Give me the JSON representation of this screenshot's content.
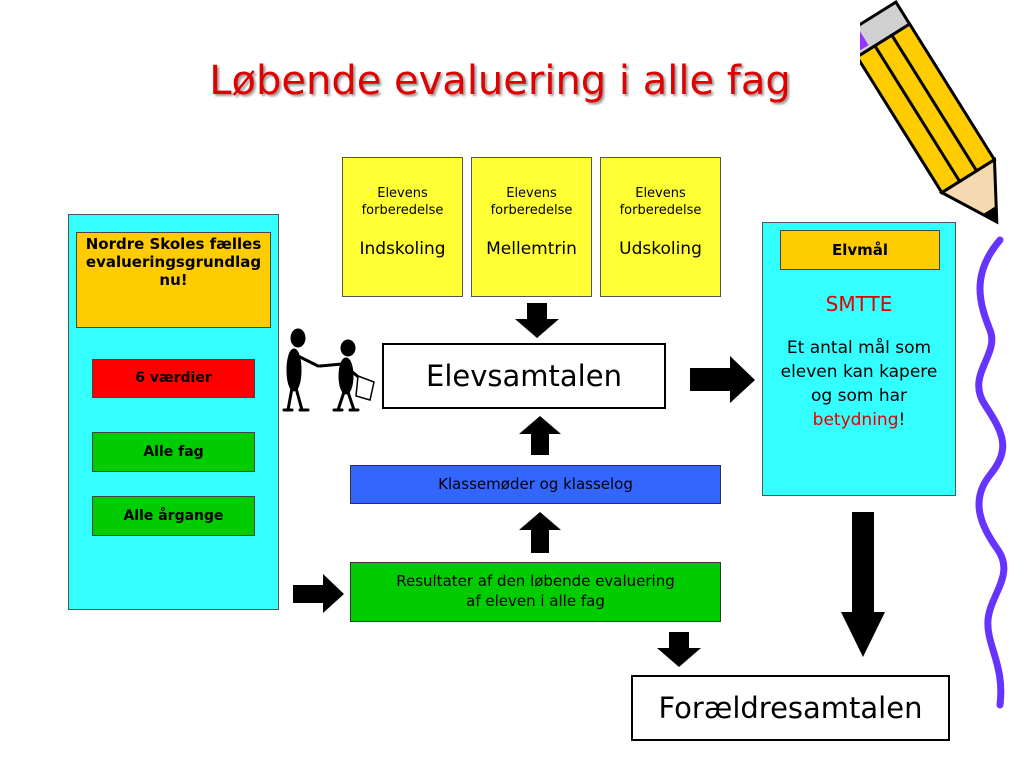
{
  "slide": {
    "title": "Løbende evaluering i alle fag"
  },
  "notes": [
    {
      "line1": "Elevens",
      "line2": "forberedelse",
      "stage": "Indskoling"
    },
    {
      "line1": "Elevens",
      "line2": "forberedelse",
      "stage": "Mellemtrin"
    },
    {
      "line1": "Elevens",
      "line2": "forberedelse",
      "stage": "Udskoling"
    }
  ],
  "left_panel": {
    "header": "Nordre Skoles fælles evalueringsgrundlag nu!",
    "values": "6 værdier",
    "all_subjects": "Alle fag",
    "all_years": "Alle årgange"
  },
  "center": {
    "main": "Elevsamtalen",
    "meetings": "Klassemøder og klasselog",
    "results_line1": "Resultater af den løbende evaluering",
    "results_line2": "af eleven i alle fag"
  },
  "right_panel": {
    "header": "Elvmål",
    "smtte": "SMTTE",
    "text_part1": "Et antal mål som eleven kan kapere og som har ",
    "text_highlight": "betydning",
    "text_end": "!"
  },
  "bottom": {
    "parents": "Forældresamtalen"
  },
  "colors": {
    "title": "#e00000",
    "note": "#ffff33",
    "panel": "#33ffff",
    "orange": "#ffcc00",
    "red": "#ff0000",
    "green": "#00cc00",
    "blue": "#3366ff"
  },
  "icons": [
    "handshake-figures-icon",
    "pencil-icon"
  ]
}
